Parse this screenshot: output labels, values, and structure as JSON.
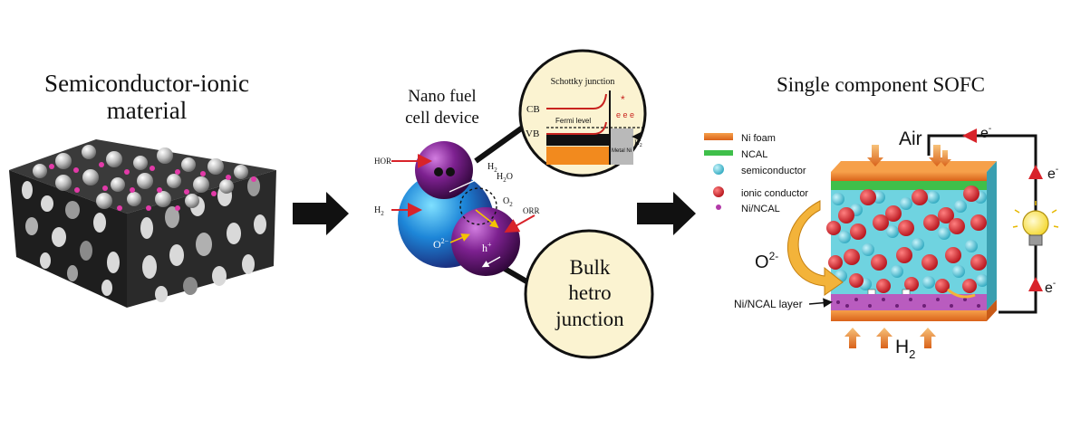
{
  "panel_left": {
    "title_line1": "Semiconductor-ionic",
    "title_line2": "material"
  },
  "panel_middle": {
    "title_line1": "Nano fuel",
    "title_line2": "cell device",
    "labels": {
      "hor": "HOR",
      "h2_left": "H",
      "h2_top": "H",
      "h2o": "H",
      "o2": "O",
      "orr": "ORR",
      "o2_minus": "O",
      "h_plus": "h"
    },
    "schottky": {
      "title": "Schottky junction",
      "cb": "CB",
      "vb": "VB",
      "fermi": "Fermi level",
      "metal": "Metal Ni",
      "h2": "H"
    },
    "bulk_circle": {
      "line1": "Bulk",
      "line2": "hetro",
      "line3": "junction"
    }
  },
  "panel_right": {
    "title": "Single component SOFC",
    "legend": [
      {
        "label": "Ni foam",
        "color": "#e8782a"
      },
      {
        "label": "NCAL",
        "color": "#3fbf4a"
      },
      {
        "label": "semiconductor",
        "color": "#4fc6d6"
      },
      {
        "label": "ionic conductor",
        "color": "#d8232a"
      },
      {
        "label": "Ni/NCAL",
        "color": "#b23aa8"
      }
    ],
    "air": "Air",
    "h2": "H",
    "o2_minus": "O",
    "ni_ncal_layer": "Ni/NCAL layer",
    "electron": "e"
  },
  "colors": {
    "arrow": "#111111",
    "purple_sphere": "#6a1a7a",
    "blue_sphere": "#1f6fd6",
    "circle_fill": "#fbf3d1"
  }
}
